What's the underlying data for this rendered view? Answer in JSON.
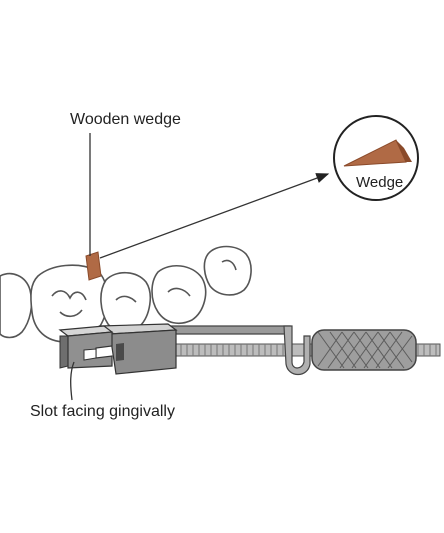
{
  "labels": {
    "wooden_wedge": "Wooden wedge",
    "wedge_callout": "Wedge",
    "slot": "Slot facing gingivally"
  },
  "colors": {
    "wedge": "#b06a45",
    "wedge_dark": "#8a4a2a",
    "metal_light": "#c8c8c8",
    "metal_mid": "#8f8f8f",
    "metal_dark": "#5a5a5a",
    "outline": "#3a3a3a",
    "tooth_fill": "#ffffff",
    "tooth_stroke": "#555555"
  }
}
